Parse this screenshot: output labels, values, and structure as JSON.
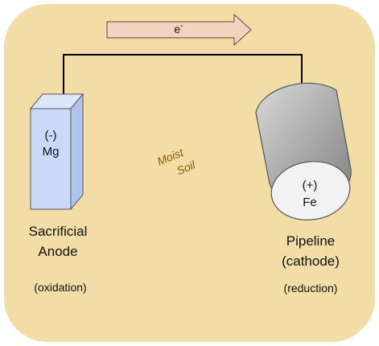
{
  "colors": {
    "soil_background": "#F2DDA6",
    "soil_border": "#FFFFFF",
    "anode_front": "#C9D9F7",
    "anode_side": "#AFC4EB",
    "anode_top": "#DCE7FA",
    "electron_arrow_fill": "#F3D2BF",
    "moist_soil_text": "#8A5A0A",
    "wire": "#000000",
    "cathode_face": "#F2F2F2",
    "cathode_body_light": "#D9D9D9",
    "cathode_body_dark": "#7F7F7F"
  },
  "electron_arrow": {
    "label_base": "e",
    "label_sup": "-"
  },
  "anode": {
    "charge": "(-)",
    "element": "Mg",
    "name_line1": "Sacrificial",
    "name_line2": "Anode",
    "process": "(oxidation)"
  },
  "soil": {
    "line1": "Moist",
    "line2": "Soil"
  },
  "cathode": {
    "charge": "(+)",
    "element": "Fe",
    "name_line1": "Pipeline",
    "name_line2": "(cathode)",
    "process": "(reduction)"
  }
}
